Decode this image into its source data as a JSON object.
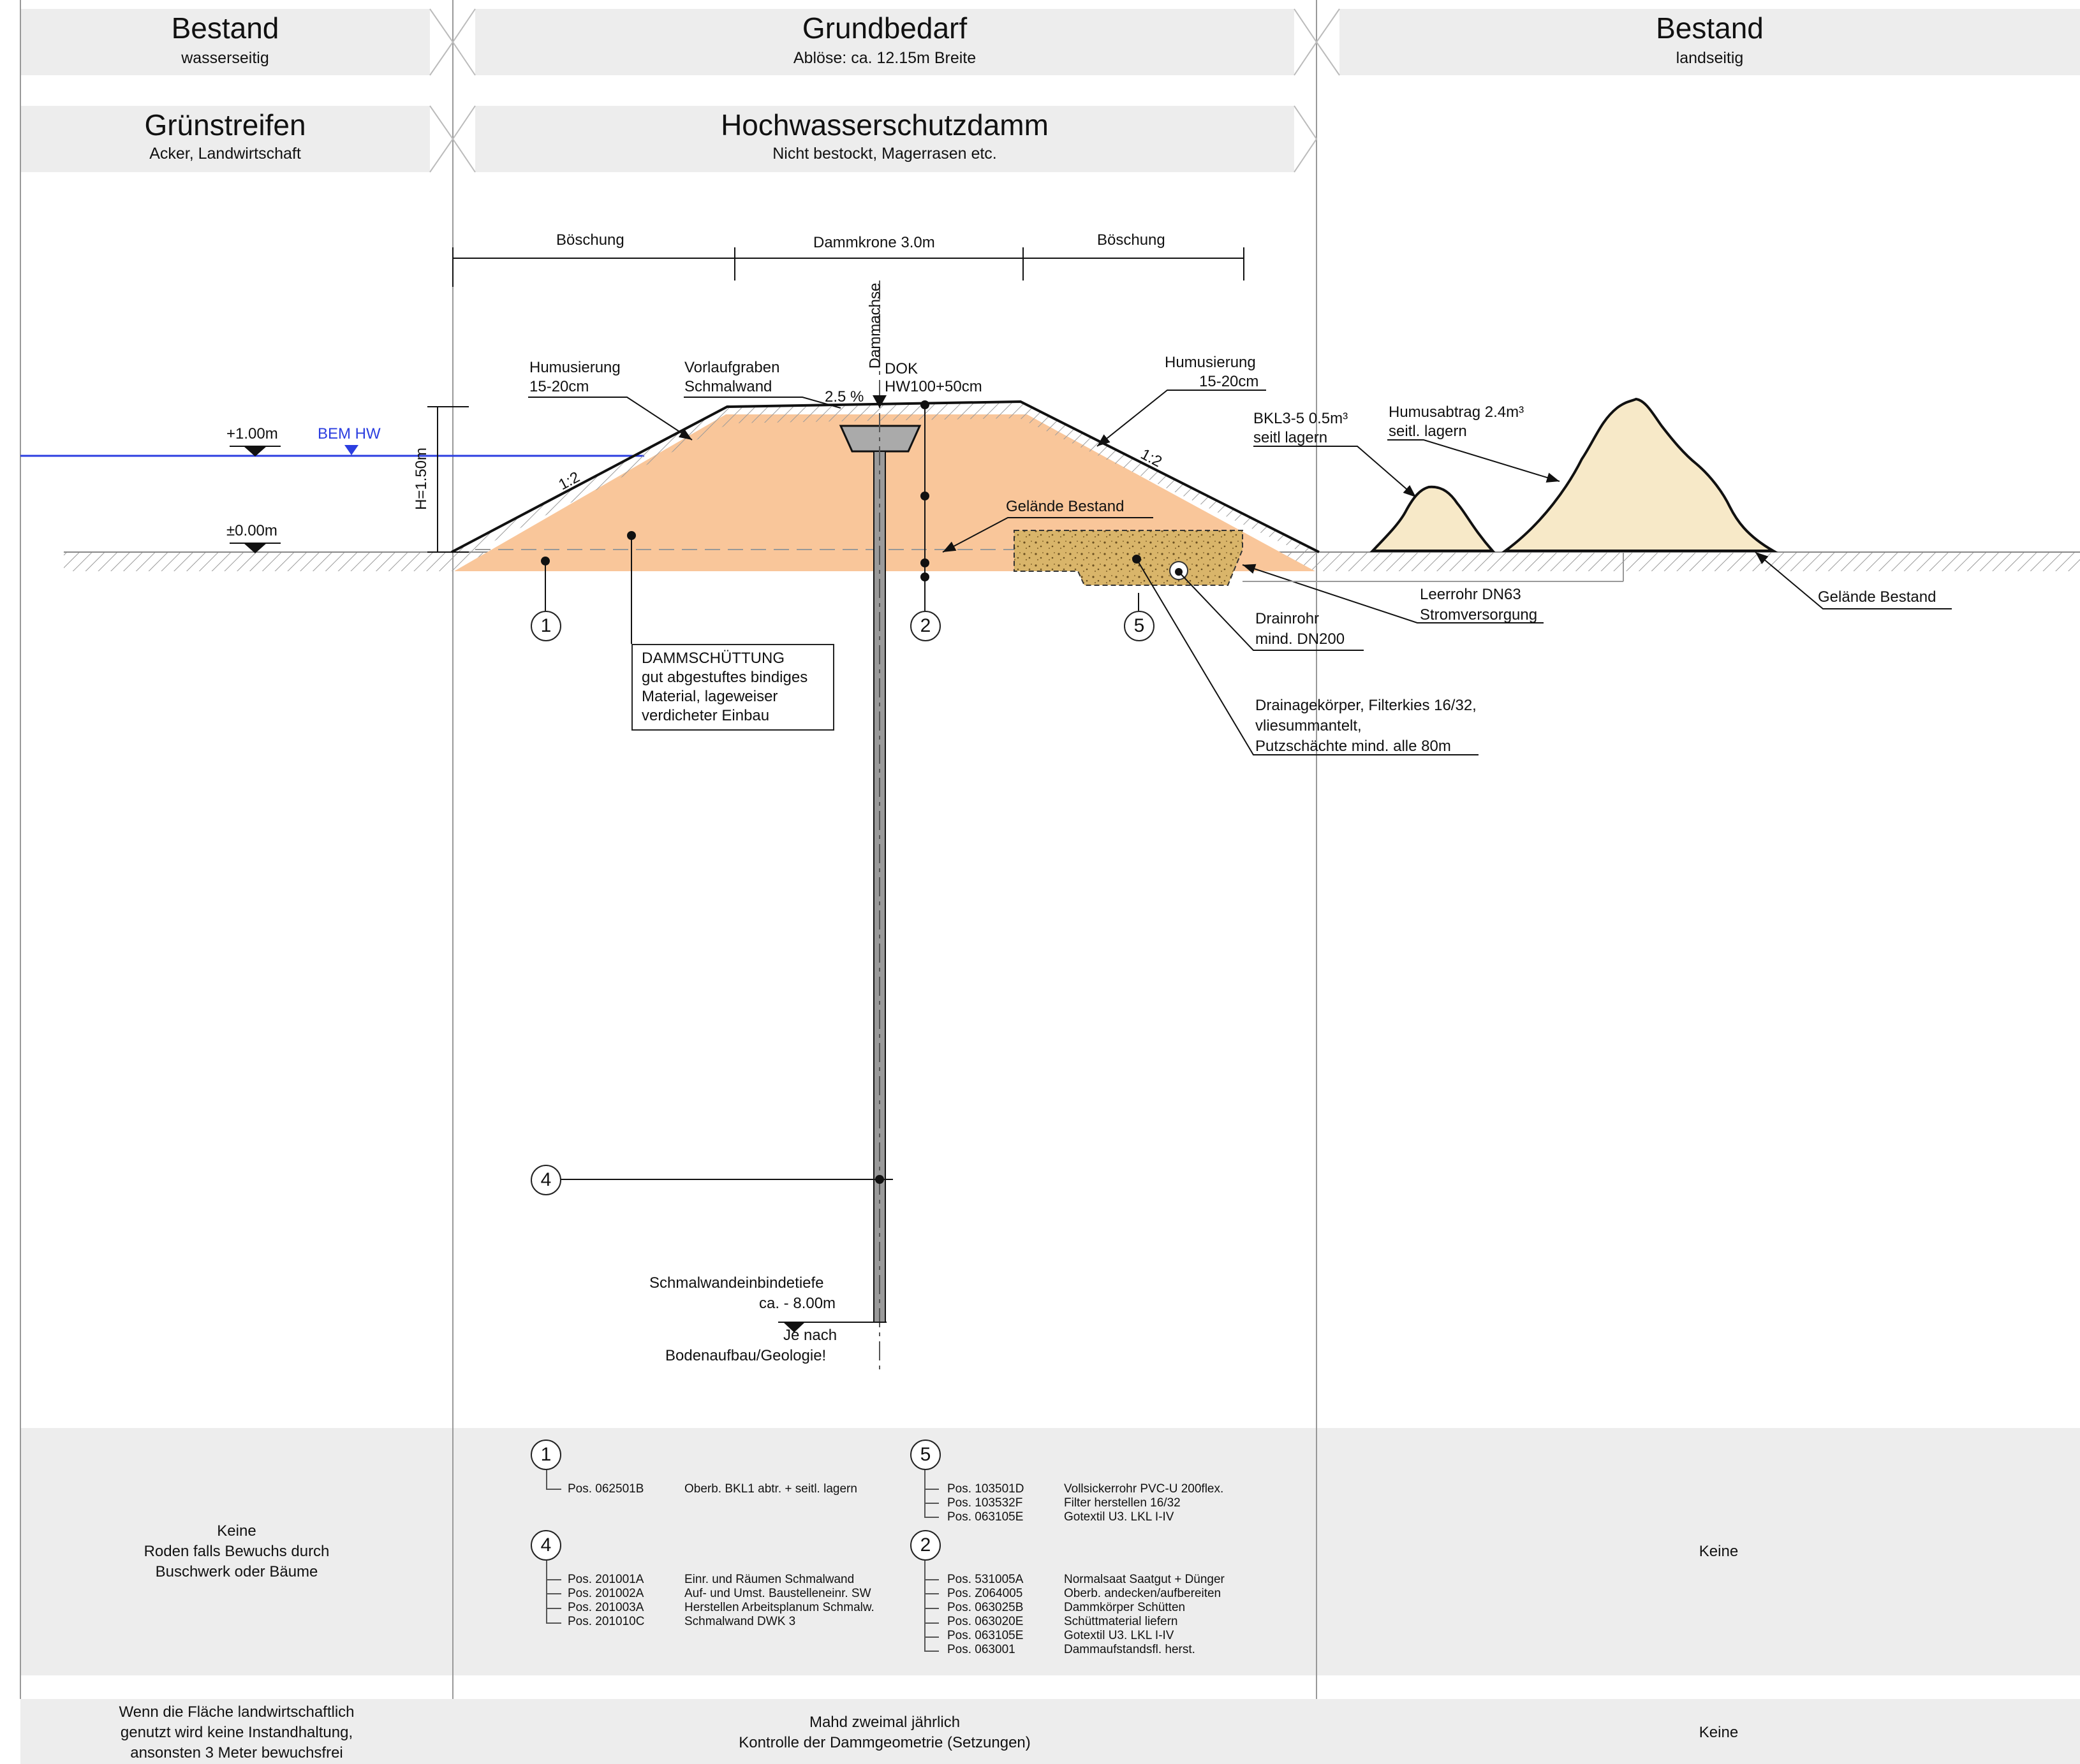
{
  "header_row1": {
    "left": {
      "title": "Bestand",
      "subtitle": "wasserseitig"
    },
    "center": {
      "title": "Grundbedarf",
      "subtitle": "Ablöse: ca. 12.15m Breite"
    },
    "right": {
      "title": "Bestand",
      "subtitle": "landseitig"
    }
  },
  "header_row2": {
    "left": {
      "title": "Grünstreifen",
      "subtitle": "Acker, Landwirtschaft"
    },
    "center": {
      "title": "Hochwasserschutzdamm",
      "subtitle": "Nicht bestockt, Magerrasen etc."
    }
  },
  "dimensions": {
    "slope_left": "Böschung",
    "crest": "Dammkrone 3.0m",
    "slope_right": "Böschung",
    "axis": "Dammachse",
    "height": "H=1.50m"
  },
  "levels": {
    "plus_one": "+1.00m",
    "bem_hw": "BEM HW",
    "zero": "±0.00m"
  },
  "labels": {
    "humus_left": [
      "Humusierung",
      "15-20cm"
    ],
    "vorlauf": [
      "Vorlaufgraben",
      "Schmalwand"
    ],
    "slope_pct": "2.5 %",
    "dok": [
      "DOK",
      "HW100+50cm"
    ],
    "humus_right": [
      "Humusierung",
      "15-20cm"
    ],
    "ratio_left": "1:2",
    "ratio_right": "1:2",
    "gelaende_mid": "Gelände Bestand",
    "bkl": [
      "BKL3-5 0.5m³",
      "seitl lagern"
    ],
    "humusabtrag": [
      "Humusabtrag 2.4m³",
      "seitl. lagern"
    ],
    "leerrohr": [
      "Leerrohr DN63",
      "Stromversorgung"
    ],
    "gelaende_right": "Gelände Bestand",
    "drainrohr": [
      "Drainrohr",
      "mind. DN200"
    ],
    "drainage": [
      "Drainagekörper, Filterkies 16/32,",
      "vliesummantelt,",
      "Putzschächte mind. alle 80m"
    ],
    "dammschuettung": [
      "DAMMSCHÜTTUNG",
      "gut abgestuftes bindiges",
      "Material, lageweiser",
      "verdicheter Einbau"
    ],
    "schmalwand_depth": [
      "Schmalwandeinbindetiefe",
      "ca. - 8.00m"
    ],
    "je_nach": [
      "Je nach",
      "Bodenaufbau/Geologie!"
    ]
  },
  "markers": {
    "m1": "1",
    "m2": "2",
    "m4": "4",
    "m5": "5"
  },
  "legend": {
    "g1": {
      "num": "1",
      "items": [
        {
          "pos": "Pos. 062501B",
          "desc": "Oberb. BKL1 abtr. + seitl. lagern"
        }
      ]
    },
    "g5": {
      "num": "5",
      "items": [
        {
          "pos": "Pos. 103501D",
          "desc": "Vollsickerrohr PVC-U 200flex."
        },
        {
          "pos": "Pos. 103532F",
          "desc": "Filter herstellen 16/32"
        },
        {
          "pos": "Pos. 063105E",
          "desc": "Gotextil U3. LKL I-IV"
        }
      ]
    },
    "g4": {
      "num": "4",
      "items": [
        {
          "pos": "Pos. 201001A",
          "desc": "Einr. und Räumen Schmalwand"
        },
        {
          "pos": "Pos. 201002A",
          "desc": "Auf- und Umst. Baustelleneinr. SW"
        },
        {
          "pos": "Pos. 201003A",
          "desc": "Herstellen Arbeitsplanum Schmalw."
        },
        {
          "pos": "Pos. 201010C",
          "desc": "Schmalwand DWK 3"
        }
      ]
    },
    "g2": {
      "num": "2",
      "items": [
        {
          "pos": "Pos. 531005A",
          "desc": "Normalsaat Saatgut + Dünger"
        },
        {
          "pos": "Pos. Z064005",
          "desc": "Oberb. andecken/aufbereiten"
        },
        {
          "pos": "Pos. 063025B",
          "desc": "Dammkörper Schütten"
        },
        {
          "pos": "Pos. 063020E",
          "desc": "Schüttmaterial liefern"
        },
        {
          "pos": "Pos. 063105E",
          "desc": "Gotextil U3. LKL I-IV"
        },
        {
          "pos": "Pos. 063001",
          "desc": "Dammaufstandsfl. herst."
        }
      ]
    }
  },
  "measures": {
    "left": [
      "Keine",
      "Roden falls Bewuchs durch",
      "Buschwerk oder Bäume"
    ],
    "right": "Keine"
  },
  "maintenance": {
    "left": [
      "Wenn die Fläche landwirtschaftlich",
      "genutzt wird keine Instandhaltung,",
      "ansonsten 3 Meter bewuchsfrei"
    ],
    "center": [
      "Mahd zweimal jährlich",
      "Kontrolle der Dammgeometrie (Setzungen)"
    ],
    "right": "Keine"
  },
  "colors": {
    "fill": "#f9c69a",
    "drainage": "#d9b56a",
    "spoil": "#f7e9c8",
    "water": "#2b3ee0",
    "band": "#ededed"
  }
}
